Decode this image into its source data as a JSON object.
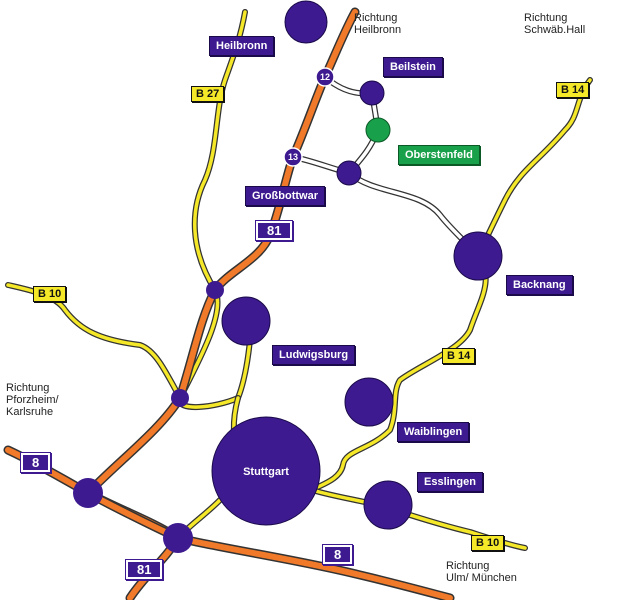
{
  "colors": {
    "autobahn": "#f07a2a",
    "bstrasse": "#f5e829",
    "city": "#3d1a8f",
    "highlight": "#19a04a",
    "minor_road": "#ffffff"
  },
  "cities": {
    "heilbronn": "Heilbronn",
    "beilstein": "Beilstein",
    "oberstenfeld": "Oberstenfeld",
    "grossbottwar": "Großbottwar",
    "backnang": "Backnang",
    "ludwigsburg": "Ludwigsburg",
    "waiblingen": "Waiblingen",
    "stuttgart": "Stuttgart",
    "esslingen": "Esslingen"
  },
  "directions": {
    "heilbronn": "Richtung\nHeilbronn",
    "schwaebhall": "Richtung\nSchwäb.Hall",
    "pforzheim": "Richtung\nPforzheim/\nKarlsruhe",
    "ulm": "Richtung\nUlm/ München"
  },
  "roads": {
    "b27": "B 27",
    "b14_top": "B 14",
    "b14_mid": "B 14",
    "b10_left": "B 10",
    "b10_right": "B 10",
    "a81_top": "81",
    "a81_bottom": "81",
    "a8_left": "8",
    "a8_right": "8"
  },
  "exits": {
    "exit_12": "12",
    "exit_13": "13"
  }
}
